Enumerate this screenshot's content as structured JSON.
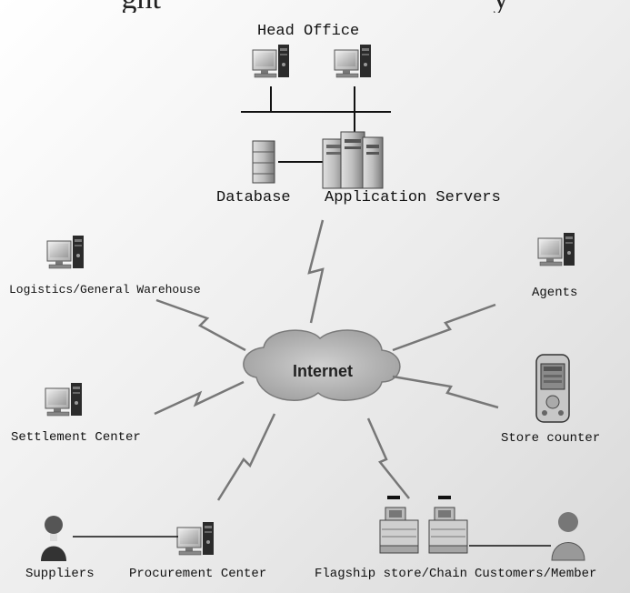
{
  "top_title": "Integrated Management System",
  "nodes": {
    "head_office": "Head Office",
    "database": "Database",
    "application_servers": "Application Servers",
    "logistics": "Logistics/General Warehouse",
    "agents": "Agents",
    "internet": "Internet",
    "settlement": "Settlement Center",
    "store_counter": "Store counter",
    "suppliers": "Suppliers",
    "procurement": "Procurement Center",
    "flagship": "Flagship store/Chain",
    "customers": "Customers/Member"
  },
  "icons": {
    "workstation": "desktop-computer-icon",
    "server": "server-tower-icon",
    "database": "database-icon",
    "pda": "handheld-terminal-icon",
    "pos": "cash-register-icon",
    "person": "person-icon",
    "network": "cloud-icon"
  }
}
